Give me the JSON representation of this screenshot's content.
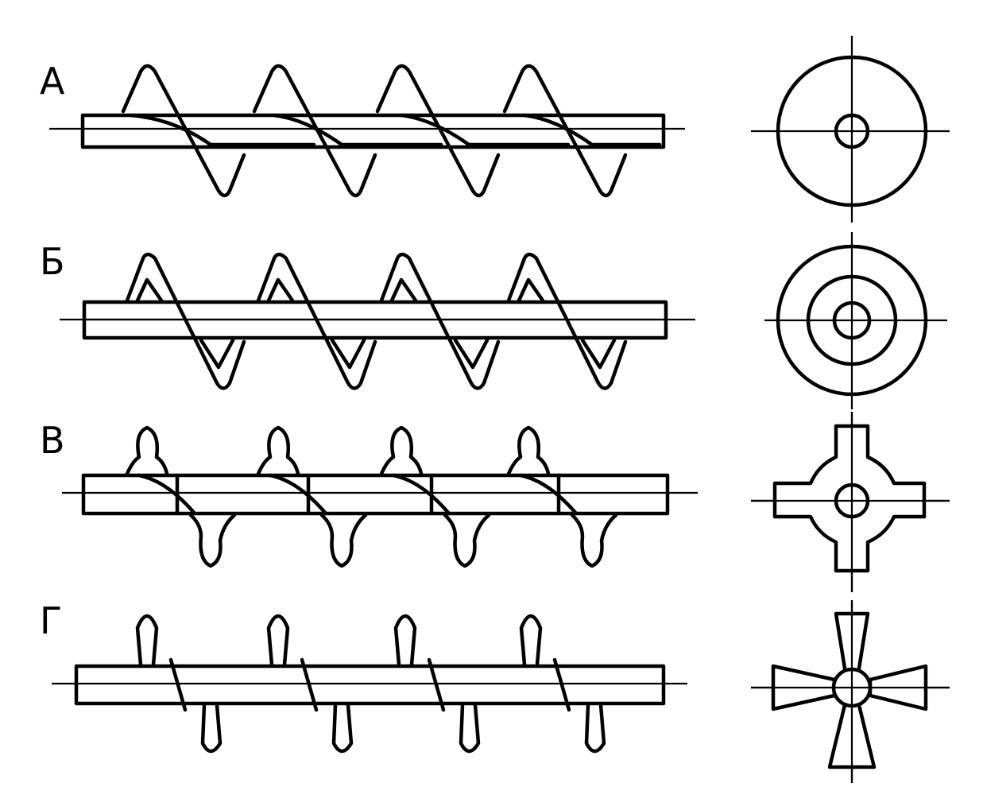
{
  "diagram": {
    "rows": [
      {
        "id": "a",
        "label": "А",
        "flight": "continuous-helical-blade"
      },
      {
        "id": "b",
        "label": "Б",
        "flight": "continuous-helical-blade-with-ribs"
      },
      {
        "id": "v",
        "label": "В",
        "flight": "interrupted-helical-blade"
      },
      {
        "id": "g",
        "label": "Г",
        "flight": "paddles-on-helix"
      }
    ]
  },
  "palette": {
    "line": "#000000",
    "background": "#ffffff"
  }
}
